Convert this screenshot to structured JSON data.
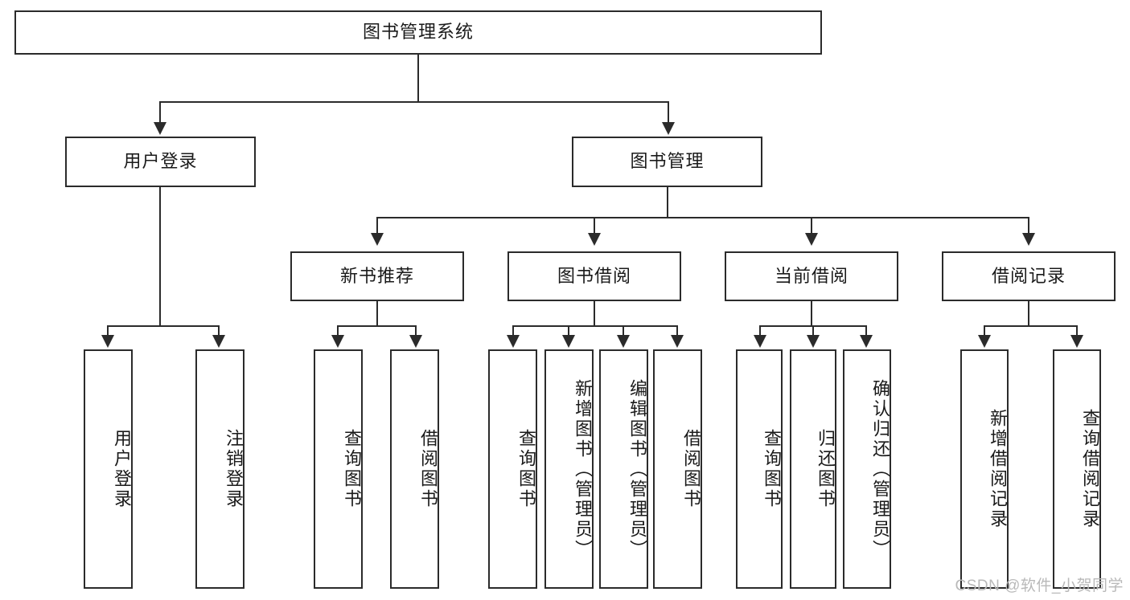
{
  "diagram": {
    "title": "图书管理系统",
    "type": "tree-hierarchy-chart",
    "root": {
      "label": "图书管理系统"
    },
    "level2": [
      {
        "label": "用户登录"
      },
      {
        "label": "图书管理"
      }
    ],
    "level3": [
      {
        "label": "新书推荐"
      },
      {
        "label": "图书借阅"
      },
      {
        "label": "当前借阅"
      },
      {
        "label": "借阅记录"
      }
    ],
    "leaves": {
      "user_login": [
        {
          "label": "用户登录"
        },
        {
          "label": "注销登录"
        }
      ],
      "new_book_recommend": [
        {
          "label": "查询图书"
        },
        {
          "label": "借阅图书"
        }
      ],
      "book_borrow": [
        {
          "label": "查询图书"
        },
        {
          "label": "新增图书（管理员）"
        },
        {
          "label": "编辑图书（管理员）"
        },
        {
          "label": "借阅图书"
        }
      ],
      "current_borrow": [
        {
          "label": "查询图书"
        },
        {
          "label": "归还图书"
        },
        {
          "label": "确认归还（管理员）"
        }
      ],
      "borrow_record": [
        {
          "label": "新增借阅记录"
        },
        {
          "label": "查询借阅记录"
        }
      ]
    }
  },
  "watermark": {
    "text": "CSDN @软件_小贺同学"
  },
  "colors": {
    "box_border": "#2b2b2b",
    "box_fill": "#ffffff",
    "text": "#1a1a1a",
    "watermark": "#b9b9b9"
  }
}
